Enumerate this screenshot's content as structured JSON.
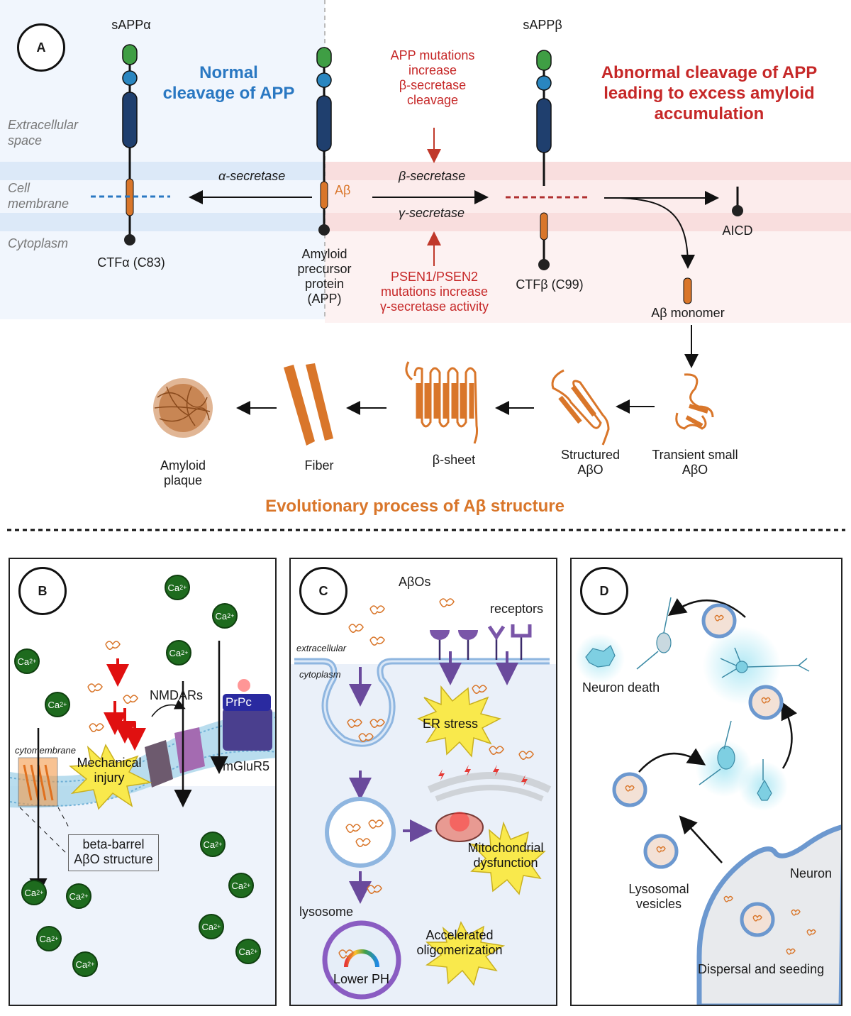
{
  "panelA": {
    "label": "A",
    "normal_title_1": "Normal",
    "normal_title_2": "cleavage of APP",
    "abnormal_title_1": "Abnormal cleavage of APP",
    "abnormal_title_2": "leading to excess amyloid",
    "abnormal_title_3": "accumulation",
    "regions": {
      "extracellular_1": "Extracellular",
      "extracellular_2": "space",
      "membrane_1": "Cell",
      "membrane_2": "membrane",
      "cytoplasm": "Cytoplasm"
    },
    "sappa": "sAPPα",
    "sappb": "sAPPβ",
    "ctfa": "CTFα (C83)",
    "ctfb": "CTFβ (C99)",
    "app_1": "Amyloid",
    "app_2": "precursor",
    "app_3": "protein",
    "app_4": "(APP)",
    "abeta": "Aβ",
    "alpha_secretase": "α-secretase",
    "beta_secretase": "β-secretase",
    "gamma_secretase": "γ-secretase",
    "app_mut_1": "APP mutations",
    "app_mut_2": "increase",
    "app_mut_3": "β-secretase",
    "app_mut_4": "cleavage",
    "psen_1": "PSEN1/PSEN2",
    "psen_2": "mutations increase",
    "psen_3": "γ-secretase activity",
    "aicd": "AICD",
    "monomer": "Aβ monomer"
  },
  "evolution": {
    "title": "Evolutionary process of Aβ structure",
    "stages": [
      {
        "line1": "Amyloid",
        "line2": "plaque"
      },
      {
        "line1": "Fiber",
        "line2": ""
      },
      {
        "line1": "β-sheet",
        "line2": ""
      },
      {
        "line1": "Structured",
        "line2": "AβO"
      },
      {
        "line1": "Transient small",
        "line2": "AβO"
      }
    ]
  },
  "panelB": {
    "label": "B",
    "ca": "Ca",
    "ca_charge": "2+",
    "nmdars": "NMDARs",
    "prpc": "PrPc",
    "mglur5": "mGluR5",
    "cytomembrane": "cytomembrane",
    "mechanical_1": "Mechanical",
    "mechanical_2": "injury",
    "barrel_1": "beta-barrel",
    "barrel_2": "AβO structure"
  },
  "panelC": {
    "label": "C",
    "abos": "AβOs",
    "receptors": "receptors",
    "extracellular": "extracellular",
    "cytoplasm": "cytoplasm",
    "er_stress": "ER stress",
    "mito_1": "Mitochondrial",
    "mito_2": "dysfunction",
    "lysosome": "lysosome",
    "lower_ph": "Lower PH",
    "accel_1": "Accelerated",
    "accel_2": "oligomerization"
  },
  "panelD": {
    "label": "D",
    "neuron_death": "Neuron death",
    "lyso_1": "Lysosomal",
    "lyso_2": "vesicles",
    "neuron": "Neuron",
    "dispersal": "Dispersal and seeding"
  },
  "colors": {
    "normal_blue": "#2a78c2",
    "abnormal_red": "#c62828",
    "abeta_orange": "#d9762a",
    "calcium_green": "#1e6b1e",
    "receptor_purple": "#6a4a9c"
  }
}
